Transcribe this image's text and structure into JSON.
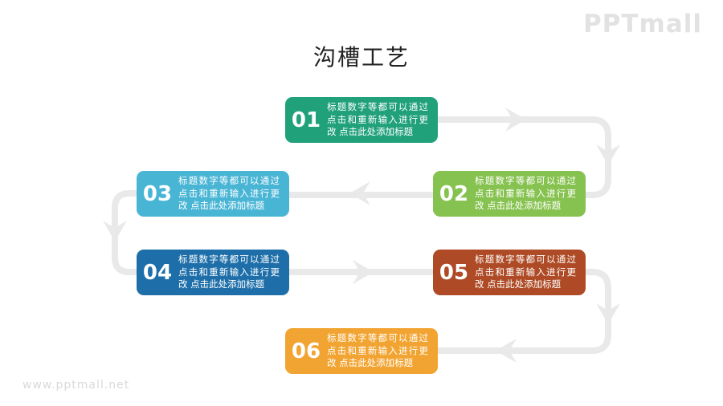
{
  "slide": {
    "title": "沟槽工艺",
    "brand_logo": "PPTmall",
    "watermark": "www.pptmall.net"
  },
  "colors": {
    "background": "#FFFFFF",
    "arrow": "#E9E9E9",
    "title_text": "#222222",
    "logo_text": "#E2E2E2",
    "watermark_text": "#D9D9D9",
    "step_text": "#FFFFFF"
  },
  "steps": [
    {
      "number": "01",
      "color": "#21A17A",
      "text": "标题数字等都可以通过点击和重新输入进行更改 点击此处添加标题"
    },
    {
      "number": "02",
      "color": "#86C24F",
      "text": "标题数字等都可以通过点击和重新输入进行更改 点击此处添加标题"
    },
    {
      "number": "03",
      "color": "#49B5D5",
      "text": "标题数字等都可以通过点击和重新输入进行更改 点击此处添加标题"
    },
    {
      "number": "04",
      "color": "#1E6FA9",
      "text": "标题数字等都可以通过点击和重新输入进行更改 点击此处添加标题"
    },
    {
      "number": "05",
      "color": "#AE4B26",
      "text": "标题数字等都可以通过点击和重新输入进行更改 点击此处添加标题"
    },
    {
      "number": "06",
      "color": "#F2A432",
      "text": "标题数字等都可以通过点击和重新输入进行更改 点击此处添加标题"
    }
  ]
}
